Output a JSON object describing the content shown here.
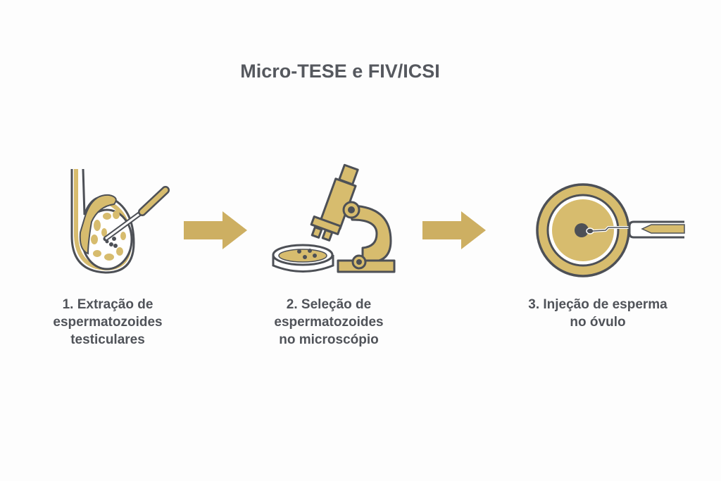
{
  "title": "Micro-TESE e FIV/ICSI",
  "colors": {
    "gold": "#d7bc6e",
    "gray": "#4d5056",
    "background": "#fdfdfd"
  },
  "steps": [
    {
      "icon": "testicle-needle-icon",
      "lines": [
        "1. Extração de",
        "espermatozoides",
        "testiculares"
      ]
    },
    {
      "icon": "microscope-icon",
      "lines": [
        "2. Seleção de",
        "espermatozoides",
        "no microscópio"
      ]
    },
    {
      "icon": "egg-injection-icon",
      "lines": [
        "3. Injeção de esperma",
        "no óvulo"
      ]
    }
  ]
}
